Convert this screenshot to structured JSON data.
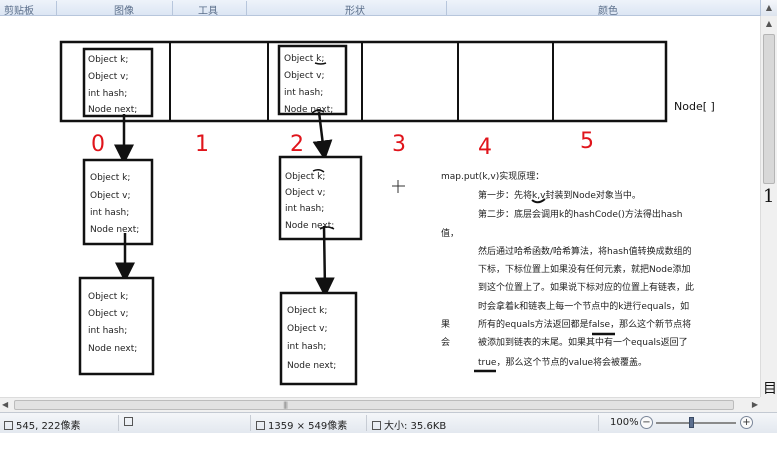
{
  "ribbon": {
    "groups": [
      "剪贴板",
      "图像",
      "工具",
      "形状",
      "颜色"
    ],
    "scroll_icon": "up-arrow-icon"
  },
  "diagram": {
    "array_label": "Node[ ]",
    "indices": [
      "0",
      "1",
      "2",
      "3",
      "4",
      "5"
    ],
    "fields": [
      "Object k;",
      "Object v;",
      "int hash;",
      "Node next;"
    ],
    "note": {
      "title": "map.put(k,v)实现原理：",
      "lines": [
        "第一步：先将k,v封装到Node对象当中。",
        "第二步：底层会调用k的hashCode()方法得出hash",
        "然后通过哈希函数/哈希算法，将hash值转换成数组的",
        "下标，下标位置上如果没有任何元素，就把Node添加",
        "到这个位置上了。如果说下标对应的位置上有链表，此",
        "时会拿着k和链表上每一个节点中的k进行equals，如",
        "所有的equals方法返回都是false，那么这个新节点将",
        "被添加到链表的末尾。如果其中有一个equals返回了",
        "true，那么这个节点的value将会被覆盖。"
      ],
      "left_chars": [
        "值，",
        "果",
        "会"
      ]
    },
    "colors": {
      "index": "#e0141b",
      "ink": "#111111"
    }
  },
  "right_edge_glyphs": [
    "1",
    "目("
  ],
  "status": {
    "cursor_pos": "545, 222像素",
    "image_size": "1359 × 549像素",
    "file_size": "大小: 35.6KB",
    "zoom": "100%",
    "zoom_level_percent": 100,
    "zoom_out": "−",
    "zoom_in": "+"
  }
}
